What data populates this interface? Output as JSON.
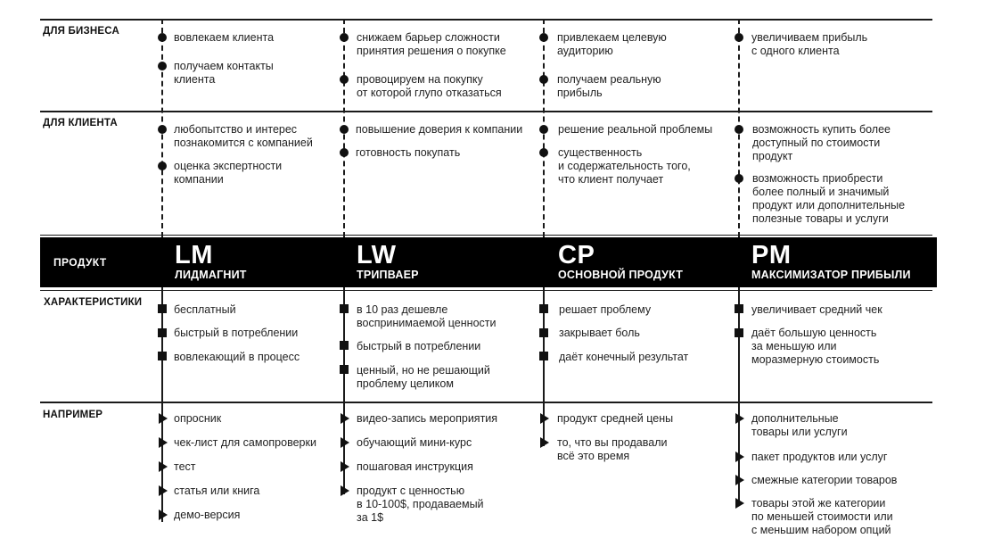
{
  "rows": {
    "business": "ДЛЯ БИЗНЕСА",
    "client": "ДЛЯ КЛИЕНТА",
    "product": "ПРОДУКТ",
    "characteristics": "ХАРАКТЕРИСТИКИ",
    "examples": "НАПРИМЕР"
  },
  "columns": [
    {
      "abbr": "LM",
      "name": "ЛИДМАГНИТ",
      "business": [
        "вовлекаем клиента",
        "получаем контакты\nклиента"
      ],
      "client": [
        "любопытство и интерес\nпознакомится с компанией",
        "оценка экспертности\nкомпании"
      ],
      "characteristics": [
        "бесплатный",
        "быстрый в потреблении",
        "вовлекающий в процесс"
      ],
      "examples": [
        "опросник",
        "чек-лист для самопроверки",
        "тест",
        "статья или книга",
        "демо-версия"
      ]
    },
    {
      "abbr": "LW",
      "name": "ТРИПВАЕР",
      "business": [
        "снижаем барьер сложности\nпринятия решения о покупке",
        "провоцируем на покупку\nот которой глупо отказаться"
      ],
      "client": [
        "повышение доверия к компании",
        "готовность покупать"
      ],
      "characteristics": [
        "в 10 раз дешевле\nвоспринимаемой ценности",
        "быстрый в потреблении",
        "ценный, но не решающий\nпроблему целиком"
      ],
      "examples": [
        "видео-запись мероприятия",
        "обучающий мини-курс",
        "пошаговая инструкция",
        "продукт с ценностью\nв 10-100$, продаваемый\nза 1$"
      ]
    },
    {
      "abbr": "CP",
      "name": "ОСНОВНОЙ ПРОДУКТ",
      "business": [
        "привлекаем целевую\nаудиторию",
        "получаем реальную\nприбыль"
      ],
      "client": [
        "решение реальной проблемы",
        "существенность\nи содержательность того,\nчто клиент получает"
      ],
      "characteristics": [
        "решает проблему",
        "закрывает боль",
        "даёт конечный результат"
      ],
      "examples": [
        "продукт средней цены",
        "то, что вы продавали\nвсё это время"
      ]
    },
    {
      "abbr": "PM",
      "name": "МАКСИМИЗАТОР ПРИБЫЛИ",
      "business": [
        "увеличиваем прибыль\nс одного клиента"
      ],
      "client": [
        "возможность купить более\nдоступный по стоимости\nпродукт",
        "возможность приобрести\nболее полный и значимый\nпродукт или дополнительные\nполезные товары и услуги"
      ],
      "characteristics": [
        "увеличивает средний чек",
        "даёт большую ценность\nза меньшую или\nморазмерную стоимость"
      ],
      "examples": [
        "дополнительные\nтовары или услуги",
        "пакет продуктов или услуг",
        "смежные категории товаров",
        "товары этой же категории\nпо меньшей стоимости или\nс меньшим набором опций"
      ]
    }
  ]
}
